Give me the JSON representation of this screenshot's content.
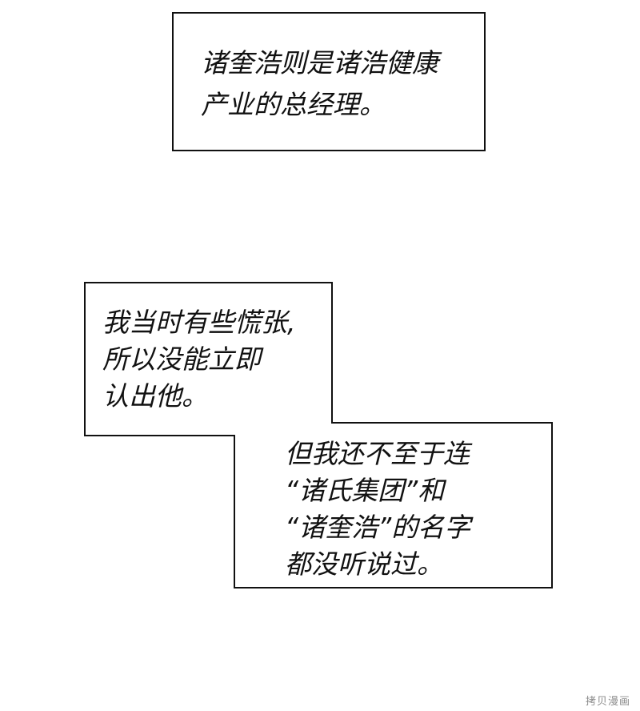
{
  "captions": {
    "first": {
      "lines": [
        "诸奎浩则是诸浩健康",
        "产业的总经理。"
      ]
    },
    "second": {
      "lines": [
        "我当时有些慌张,",
        "所以没能立即",
        "认出他。"
      ]
    },
    "third": {
      "lines": [
        "但我还不至于连",
        "“诸氏集团”和",
        "“诸奎浩”的名字",
        "都没听说过。"
      ]
    }
  },
  "watermark": "拷贝漫画",
  "colors": {
    "border": "#111111",
    "background": "#ffffff",
    "text": "#111111",
    "watermark": "#8a8a8a"
  }
}
